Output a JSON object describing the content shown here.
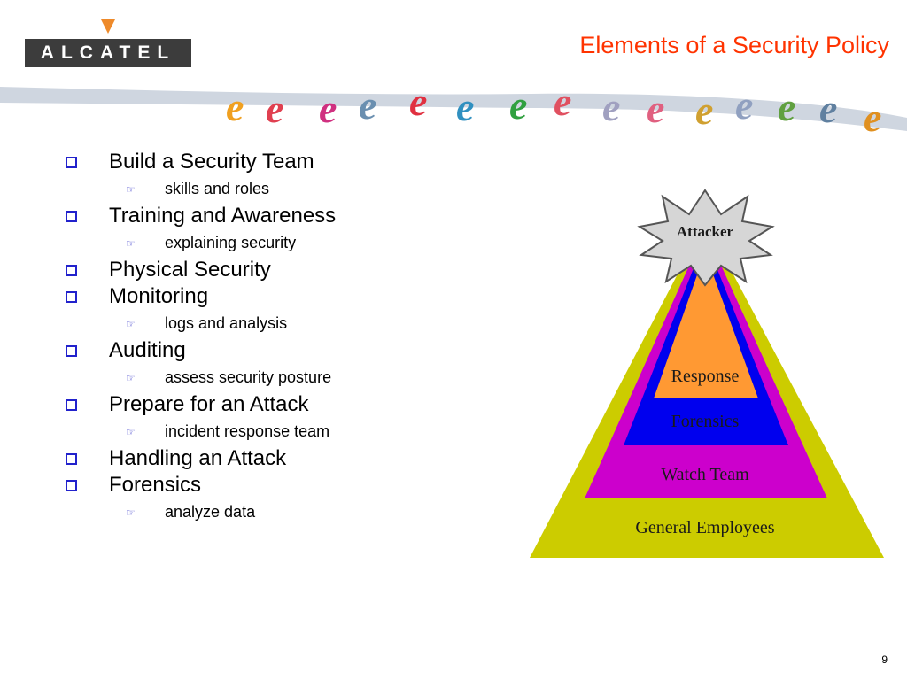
{
  "logo": {
    "text": "ALCATEL"
  },
  "title": "Elements of a Security Policy",
  "bullets": [
    {
      "label": "Build a Security Team",
      "subs": [
        "skills and roles"
      ]
    },
    {
      "label": "Training and Awareness",
      "subs": [
        "explaining security"
      ]
    },
    {
      "label": "Physical Security",
      "subs": []
    },
    {
      "label": "Monitoring",
      "subs": [
        "logs and analysis"
      ]
    },
    {
      "label": "Auditing",
      "subs": [
        "assess security posture"
      ]
    },
    {
      "label": "Prepare for an Attack",
      "subs": [
        "incident response team"
      ]
    },
    {
      "label": "Handling an Attack",
      "subs": []
    },
    {
      "label": "Forensics",
      "subs": [
        "analyze data"
      ]
    }
  ],
  "pyramid": {
    "attacker": "Attacker",
    "layers": [
      "General Employees",
      "Watch Team",
      "Forensics",
      "Response"
    ],
    "colors": {
      "general": "#cccc00",
      "watch": "#cc00cc",
      "forensics": "#0000ee",
      "response": "#ff9933",
      "attacker_fill": "#d6d6d6"
    }
  },
  "page_number": "9",
  "colors": {
    "title": "#ff3300",
    "bullet_box": "#2222cc"
  }
}
